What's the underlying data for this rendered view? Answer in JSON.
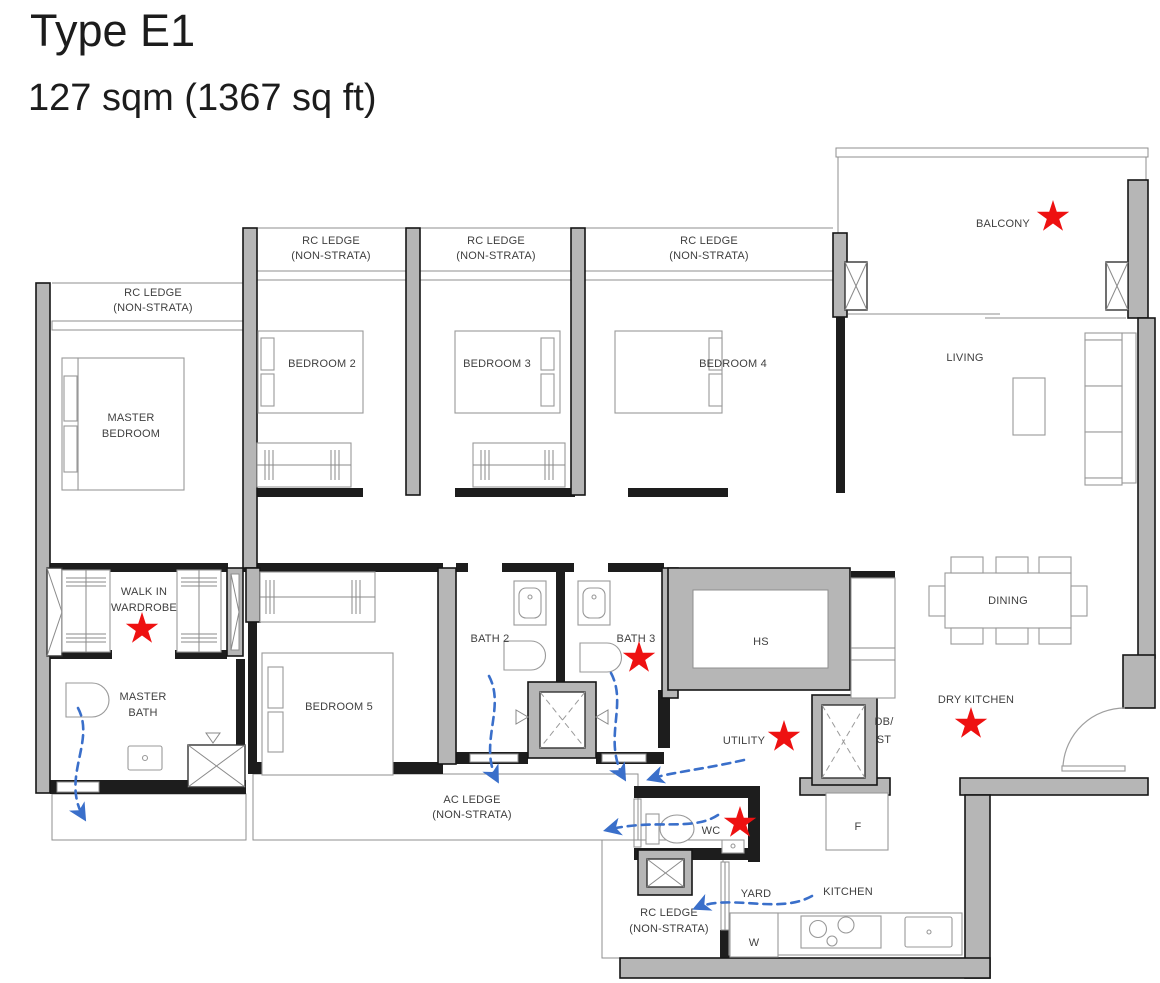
{
  "title": {
    "line1": "Type E1",
    "line2": "127 sqm (1367 sq ft)"
  },
  "ledges": {
    "rc_line1": "RC LEDGE",
    "rc_line2": "(NON-STRATA)",
    "ac_line1": "AC LEDGE",
    "ac_line2": "(NON-STRATA)"
  },
  "rooms": {
    "master_bedroom_line1": "MASTER",
    "master_bedroom_line2": "BEDROOM",
    "bedroom2": "BEDROOM 2",
    "bedroom3": "BEDROOM 3",
    "bedroom4": "BEDROOM 4",
    "bedroom5": "BEDROOM 5",
    "walk_in_line1": "WALK IN",
    "walk_in_line2": "WARDROBE",
    "master_bath_line1": "MASTER",
    "master_bath_line2": "BATH",
    "bath2": "BATH 2",
    "bath3": "BATH 3",
    "hs": "HS",
    "utility": "UTILITY",
    "db_line1": "DB/",
    "db_line2": "ST",
    "dry_kitchen": "DRY KITCHEN",
    "living": "LIVING",
    "dining": "DINING",
    "balcony": "BALCONY",
    "wc": "WC",
    "yard": "YARD",
    "kitchen": "KITCHEN",
    "w": "W",
    "f": "F"
  },
  "colors": {
    "star": "#ee1111",
    "arrow": "#3a6fca",
    "wall_gray": "#b6b6b6",
    "wall_dark": "#1d1d1d"
  },
  "annotations": {
    "star_locations": [
      "BALCONY",
      "WALK IN WARDROBE",
      "BATH 3",
      "UTILITY",
      "DRY KITCHEN",
      "WC"
    ],
    "flow_arrows": [
      "master bath to exterior (down-left)",
      "bath 2 to AC ledge",
      "bath 3 to AC ledge",
      "utility to AC ledge",
      "WC to exterior (left)",
      "kitchen/yard to RC ledge"
    ]
  }
}
